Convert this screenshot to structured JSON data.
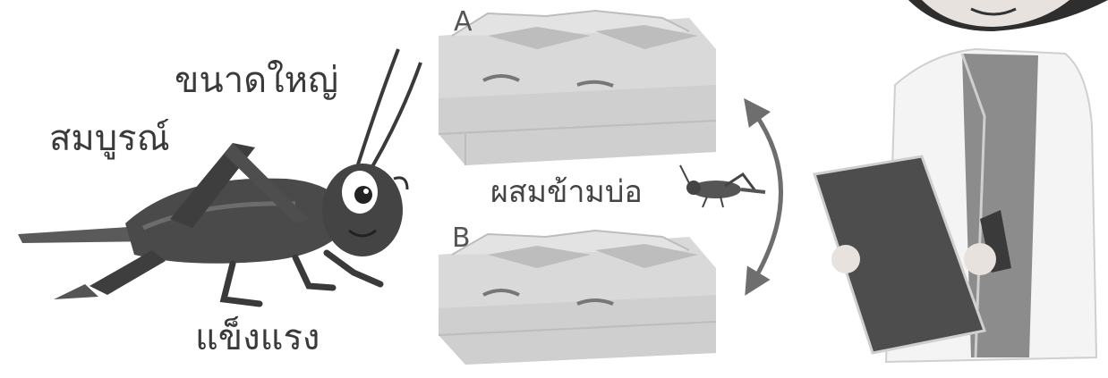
{
  "labels": {
    "trait_large": "ขนาดใหญ่",
    "trait_complete": "สมบูรณ์",
    "trait_strong": "แข็งแรง",
    "crossbreed": "ผสมข้ามบ่อ",
    "pond_a": "A",
    "pond_b": "B"
  },
  "colors": {
    "cricket_body": "#4a4a4a",
    "cricket_dark": "#333333",
    "egg_tray": "#d9d9d9",
    "egg_tray_shadow": "#bdbdbd",
    "arrow": "#6e6e6e",
    "coat": "#f4f4f4",
    "shirt": "#8c8c8c",
    "clipboard": "#4d4d4d",
    "skin": "#e8e2de",
    "hair": "#2e2e2e"
  },
  "icons": [
    "cricket-illustration",
    "egg-tray-stack-a",
    "egg-tray-stack-b",
    "small-cricket-icon",
    "double-arrow-icon",
    "scientist-with-clipboard"
  ]
}
